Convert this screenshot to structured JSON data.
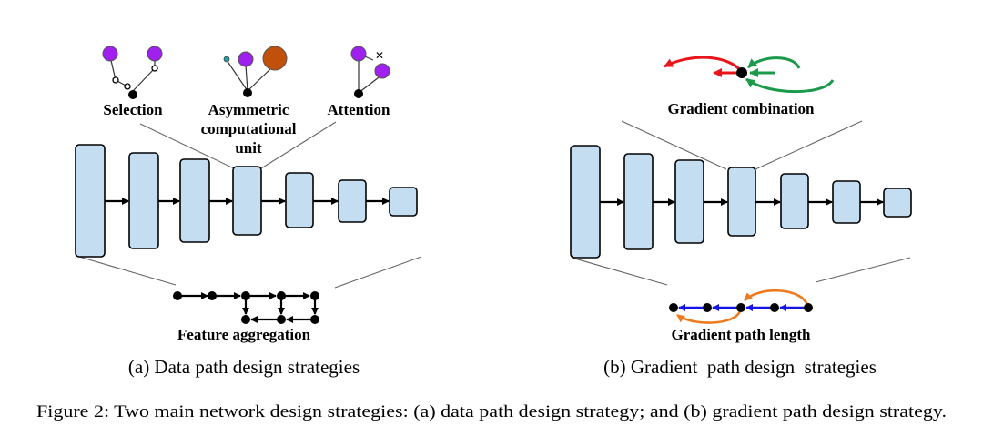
{
  "panel_a": {
    "labels": {
      "selection": "Selection",
      "asym_line1": "Asymmetric",
      "asym_line2": "computational",
      "asym_line3": "unit",
      "attention": "Attention",
      "feature_aggregation": "Feature aggregation"
    },
    "subcaption": "(a) Data path design strategies"
  },
  "panel_b": {
    "labels": {
      "gradient_combination": "Gradient combination",
      "gradient_path_length": "Gradient path length"
    },
    "subcaption": "(b) Gradient  path design  strategies"
  },
  "caption": "Figure 2: Two main network design strategies: (a) data path design strategy; and (b) gradient path design strategy.",
  "colors": {
    "block_fill": "#c5ddf0",
    "purple_node": "#a020f0",
    "orange_node": "#c0500a",
    "red_arrow": "#e8161b",
    "green_arrow": "#1a9a4a",
    "blue_arrow": "#1414e6",
    "orange_arrow": "#ef7a1e"
  }
}
